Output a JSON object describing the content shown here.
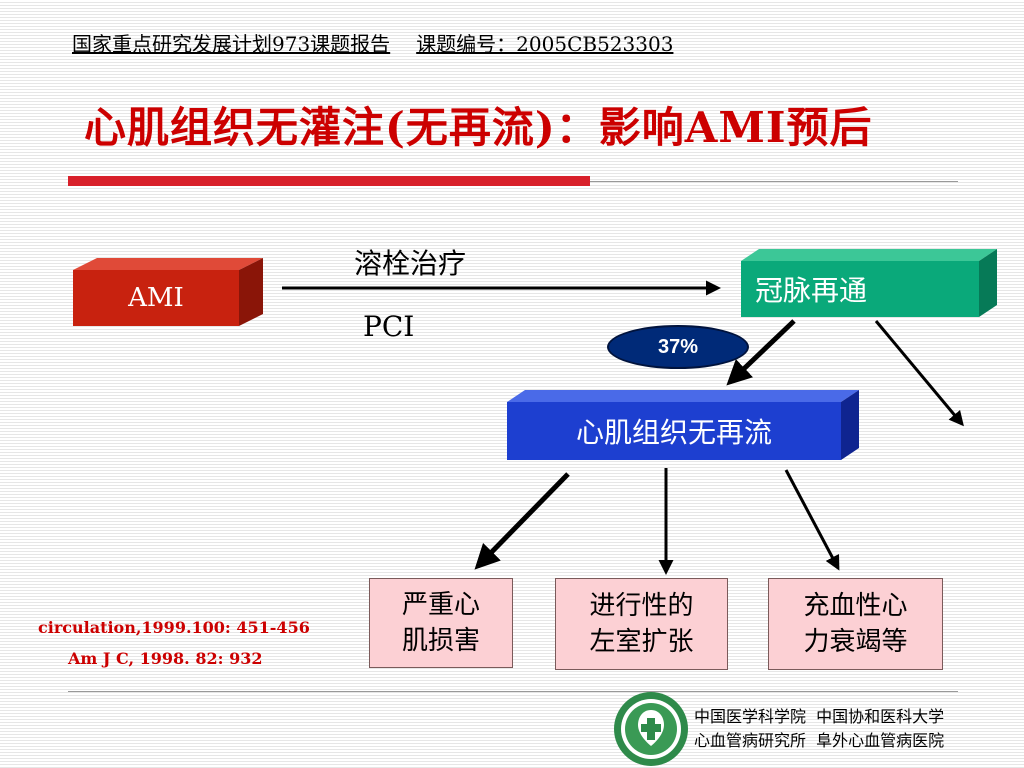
{
  "header": {
    "report": "国家重点研究发展计划973课题报告",
    "code": "课题编号：2005CB523303"
  },
  "title": "心肌组织无灌注(无再流)：影响AMI预后",
  "diagram": {
    "ami": "AMI",
    "treatment_top": "溶栓治疗",
    "treatment_bottom": "PCI",
    "recanalization": "冠脉再通",
    "percent": "37%",
    "no_reflow": "心肌组织无再流",
    "outcomes": [
      "严重心\n肌损害",
      "进行性的\n左室扩张",
      "充血性心\n力衰竭等"
    ]
  },
  "references": [
    "circulation,1999.100: 451-456",
    "Am J C, 1998. 82: 932"
  ],
  "institutions": {
    "line1": "中国医学科学院  中国协和医科大学",
    "line2": "心血管病研究所  阜外心血管病医院"
  },
  "colors": {
    "title": "#cc0000",
    "ami_box": "#c8220f",
    "recan_box": "#0aa97a",
    "noreflow_box": "#1d3fd0",
    "outcome_box": "#fcd0d4",
    "percent_oval": "#002a78"
  }
}
